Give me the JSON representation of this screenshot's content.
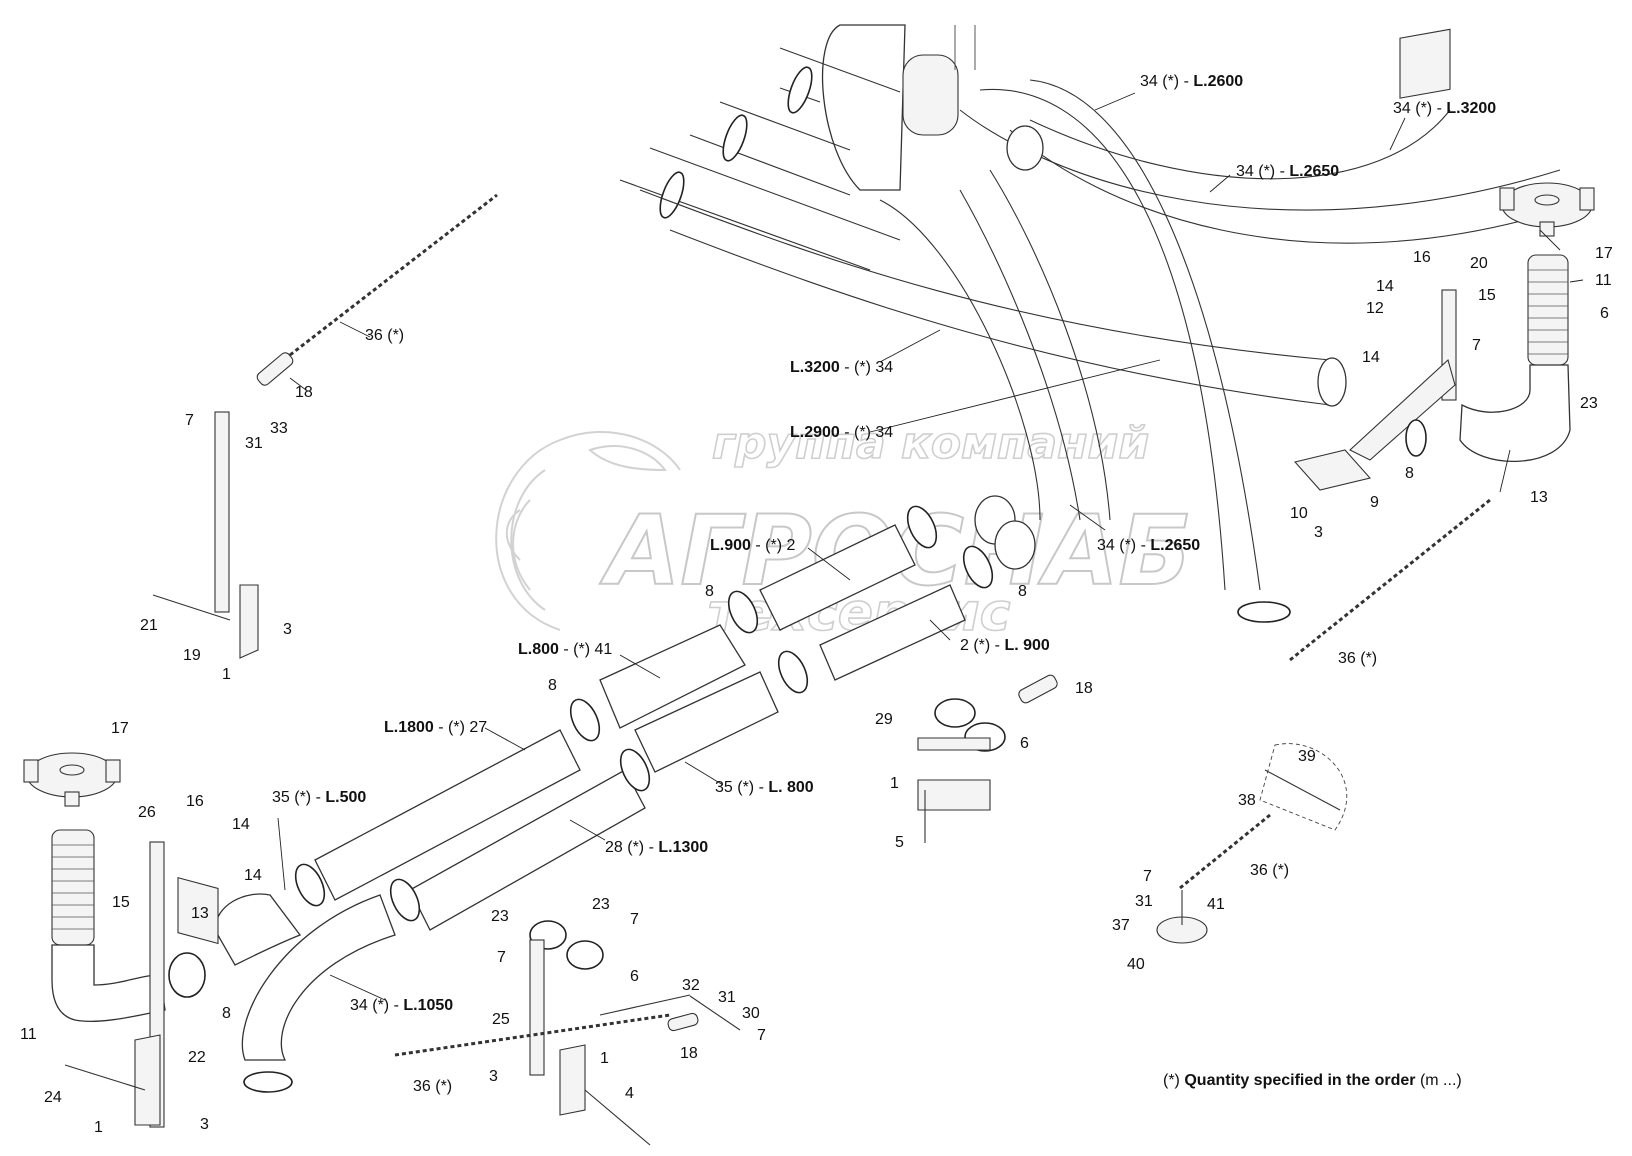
{
  "watermark": {
    "line1": "группа компаний",
    "line2": "АГРОСНАБ",
    "line3": "техсервис"
  },
  "footnote": {
    "prefix": "(*)",
    "bold": "Quantity specified in the order",
    "suffix": "(m ...)"
  },
  "pipe_labels": [
    {
      "id": "l-34-2600",
      "pre": "34 (*) - ",
      "bold": "L.2600"
    },
    {
      "id": "l-34-3200-top",
      "pre": "34 (*) - ",
      "bold": "L.3200"
    },
    {
      "id": "l-34-2650-top",
      "pre": "34 (*) - ",
      "bold": "L.2650"
    },
    {
      "id": "l-3200-34",
      "bold": "L.3200",
      "post": " - (*) 34"
    },
    {
      "id": "l-2900-34",
      "bold": "L.2900",
      "post": " - (*) 34"
    },
    {
      "id": "l-34-2650-mid",
      "pre": "34 (*) - ",
      "bold": "L.2650"
    },
    {
      "id": "l-900-2",
      "bold": "L.900",
      "post": " - (*) 2"
    },
    {
      "id": "l-2-900",
      "pre": "2 (*) - ",
      "bold": "L. 900"
    },
    {
      "id": "l-800-41",
      "bold": "L.800",
      "post": " - (*) 41"
    },
    {
      "id": "l-1800-27",
      "bold": "L.1800",
      "post": " - (*) 27"
    },
    {
      "id": "l-35-500",
      "pre": "35 (*) - ",
      "bold": "L.500"
    },
    {
      "id": "l-35-800",
      "pre": "35 (*) - ",
      "bold": "L. 800"
    },
    {
      "id": "l-28-1300",
      "pre": "28 (*) - ",
      "bold": "L.1300"
    },
    {
      "id": "l-34-1050",
      "pre": "34 (*) - ",
      "bold": "L.1050"
    }
  ],
  "callouts": [
    {
      "id": "c36a",
      "text": "36 (*)"
    },
    {
      "id": "c18a",
      "text": "18"
    },
    {
      "id": "c33a",
      "text": "33"
    },
    {
      "id": "c7a",
      "text": "7"
    },
    {
      "id": "c31a",
      "text": "31"
    },
    {
      "id": "c21a",
      "text": "21"
    },
    {
      "id": "c3a",
      "text": "3"
    },
    {
      "id": "c19a",
      "text": "19"
    },
    {
      "id": "c1a",
      "text": "1"
    },
    {
      "id": "c17a",
      "text": "17"
    },
    {
      "id": "c11a",
      "text": "11"
    },
    {
      "id": "c16a",
      "text": "16"
    },
    {
      "id": "c20a",
      "text": "20"
    },
    {
      "id": "c14a",
      "text": "14"
    },
    {
      "id": "c15a",
      "text": "15"
    },
    {
      "id": "c12a",
      "text": "12"
    },
    {
      "id": "c6a",
      "text": "6"
    },
    {
      "id": "c7b",
      "text": "7"
    },
    {
      "id": "c14b",
      "text": "14"
    },
    {
      "id": "c23a",
      "text": "23"
    },
    {
      "id": "c8a",
      "text": "8"
    },
    {
      "id": "c13a",
      "text": "13"
    },
    {
      "id": "c10a",
      "text": "10"
    },
    {
      "id": "c9a",
      "text": "9"
    },
    {
      "id": "c3b",
      "text": "3"
    },
    {
      "id": "c36b",
      "text": "36 (*)"
    },
    {
      "id": "c8b",
      "text": "8"
    },
    {
      "id": "c8c",
      "text": "8"
    },
    {
      "id": "c8d",
      "text": "8"
    },
    {
      "id": "c18b",
      "text": "18"
    },
    {
      "id": "c29a",
      "text": "29"
    },
    {
      "id": "c6b",
      "text": "6"
    },
    {
      "id": "c1b",
      "text": "1"
    },
    {
      "id": "c5a",
      "text": "5"
    },
    {
      "id": "c39a",
      "text": "39"
    },
    {
      "id": "c38a",
      "text": "38"
    },
    {
      "id": "c36c",
      "text": "36 (*)"
    },
    {
      "id": "c7c",
      "text": "7"
    },
    {
      "id": "c31b",
      "text": "31"
    },
    {
      "id": "c41a",
      "text": "41"
    },
    {
      "id": "c37a",
      "text": "37"
    },
    {
      "id": "c40a",
      "text": "40"
    },
    {
      "id": "c17b",
      "text": "17"
    },
    {
      "id": "c26a",
      "text": "26"
    },
    {
      "id": "c16b",
      "text": "16"
    },
    {
      "id": "c14c",
      "text": "14"
    },
    {
      "id": "c14d",
      "text": "14"
    },
    {
      "id": "c15b",
      "text": "15"
    },
    {
      "id": "c13b",
      "text": "13"
    },
    {
      "id": "c8e",
      "text": "8"
    },
    {
      "id": "c11b",
      "text": "11"
    },
    {
      "id": "c22a",
      "text": "22"
    },
    {
      "id": "c24a",
      "text": "24"
    },
    {
      "id": "c1c",
      "text": "1"
    },
    {
      "id": "c3c",
      "text": "3"
    },
    {
      "id": "c23b",
      "text": "23"
    },
    {
      "id": "c23c",
      "text": "23"
    },
    {
      "id": "c7d",
      "text": "7"
    },
    {
      "id": "c7e",
      "text": "7"
    },
    {
      "id": "c6c",
      "text": "6"
    },
    {
      "id": "c32a",
      "text": "32"
    },
    {
      "id": "c31c",
      "text": "31"
    },
    {
      "id": "c30a",
      "text": "30"
    },
    {
      "id": "c7f",
      "text": "7"
    },
    {
      "id": "c25a",
      "text": "25"
    },
    {
      "id": "c18c",
      "text": "18"
    },
    {
      "id": "c36d",
      "text": "36 (*)"
    },
    {
      "id": "c3d",
      "text": "3"
    },
    {
      "id": "c1d",
      "text": "1"
    },
    {
      "id": "c4a",
      "text": "4"
    }
  ]
}
